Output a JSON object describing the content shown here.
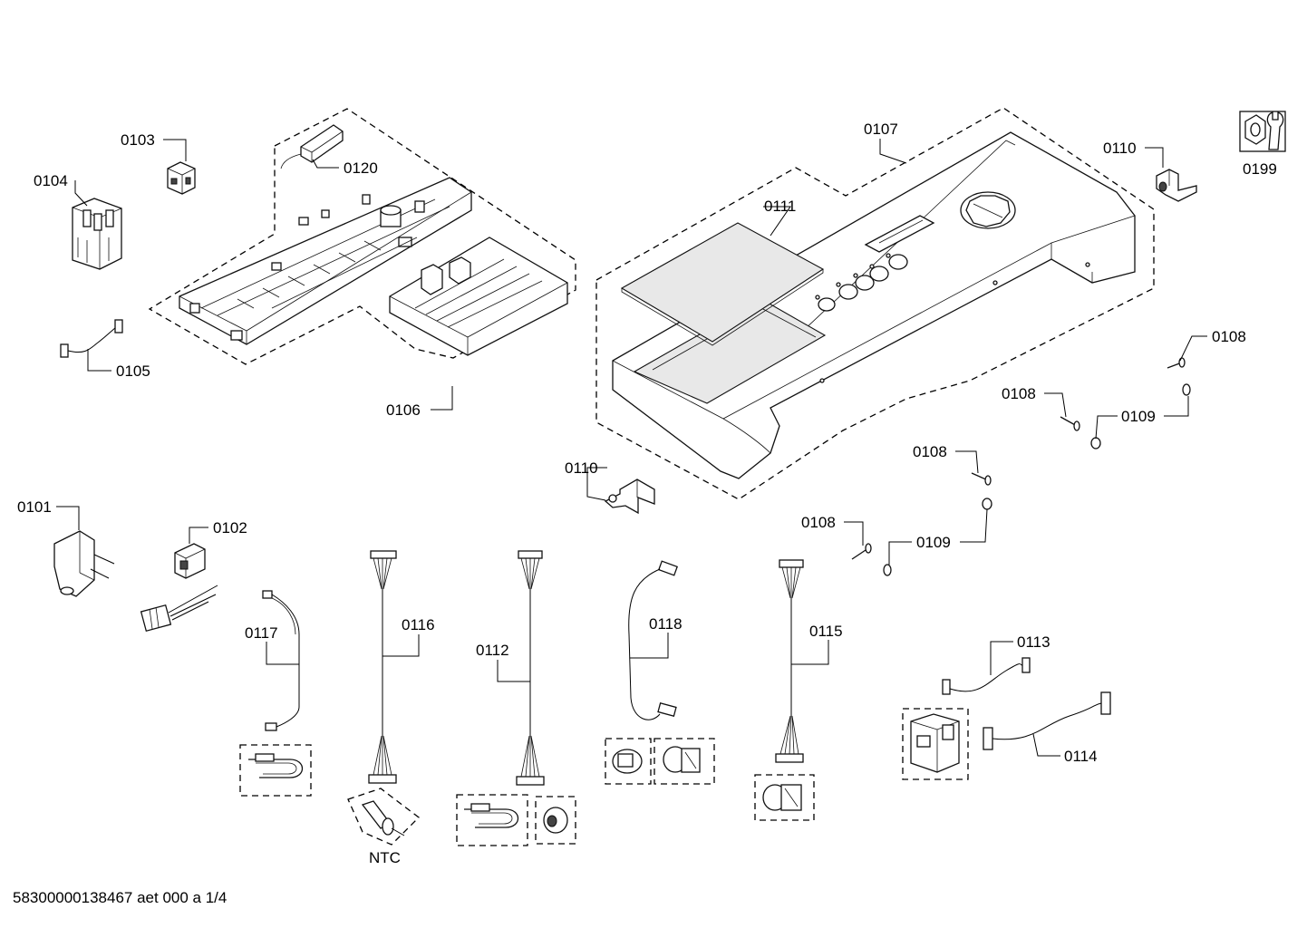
{
  "labels": {
    "p0101": "0101",
    "p0102": "0102",
    "p0103": "0103",
    "p0104": "0104",
    "p0105": "0105",
    "p0106": "0106",
    "p0107": "0107",
    "p0108a": "0108",
    "p0108b": "0108",
    "p0108c": "0108",
    "p0108d": "0108",
    "p0109a": "0109",
    "p0109b": "0109",
    "p0110a": "0110",
    "p0110b": "0110",
    "p0111": "0111",
    "p0112": "0112",
    "p0113": "0113",
    "p0114": "0114",
    "p0115": "0115",
    "p0116": "0116",
    "p0117": "0117",
    "p0118": "0118",
    "p0120": "0120",
    "p0199": "0199",
    "ntc": "NTC"
  },
  "footer": "58300000138467 aet 000 a 1/4",
  "icons": {
    "service": "wrench-nut-icon"
  }
}
